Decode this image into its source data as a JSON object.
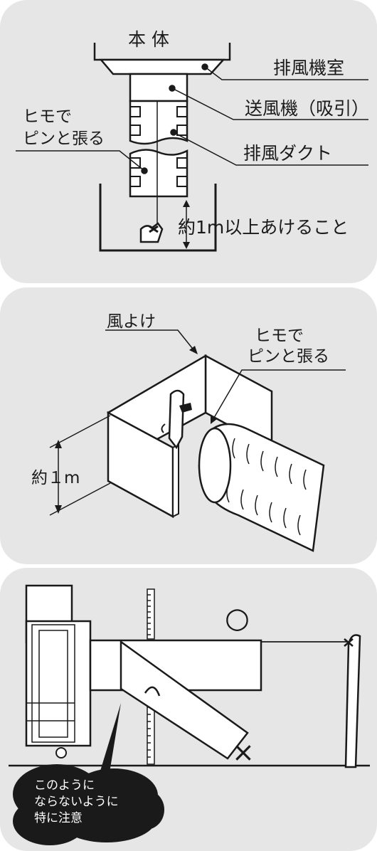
{
  "panel1": {
    "unit_label": "本 体",
    "exhaust_chamber": "排風機室",
    "blower": "送風機（吸引）",
    "string_line1": "ヒモで",
    "string_line2": "ピンと張る",
    "exhaust_duct": "排風ダクト",
    "clearance": "約1m以上あけること"
  },
  "panel2": {
    "windbreak": "風よけ",
    "string_line1": "ヒモで",
    "string_line2": "ピンと張る",
    "height": "約１m"
  },
  "panel3": {
    "ok_mark": "○",
    "ng_mark": "×",
    "caution_line1": "このように",
    "caution_line2": "ならないように",
    "caution_line3": "特に注意"
  },
  "colors": {
    "panel_bg": "#e6e6e6",
    "line": "#1a1a1a",
    "fill": "#ffffff"
  }
}
